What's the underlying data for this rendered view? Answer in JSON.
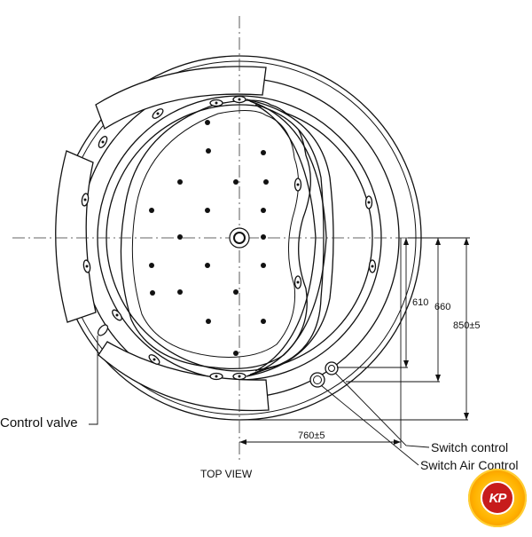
{
  "diagram": {
    "view_title": "TOP VIEW",
    "dimensions": {
      "inner_610": "610",
      "inner_660": "660",
      "overall_850": "850±5",
      "half_width_760": "760±5"
    },
    "callouts": {
      "control_valve": "Control valve",
      "switch_control": "Switch control",
      "switch_air_control": "Switch Air Control"
    },
    "jet_count": 20,
    "side_jet_count": 14
  },
  "logo": {
    "text": "KP",
    "colors": {
      "ring": "#ffb300",
      "core": "#c71c1c",
      "text": "#ffffff"
    }
  },
  "colors": {
    "line": "#111111",
    "background": "#ffffff"
  }
}
